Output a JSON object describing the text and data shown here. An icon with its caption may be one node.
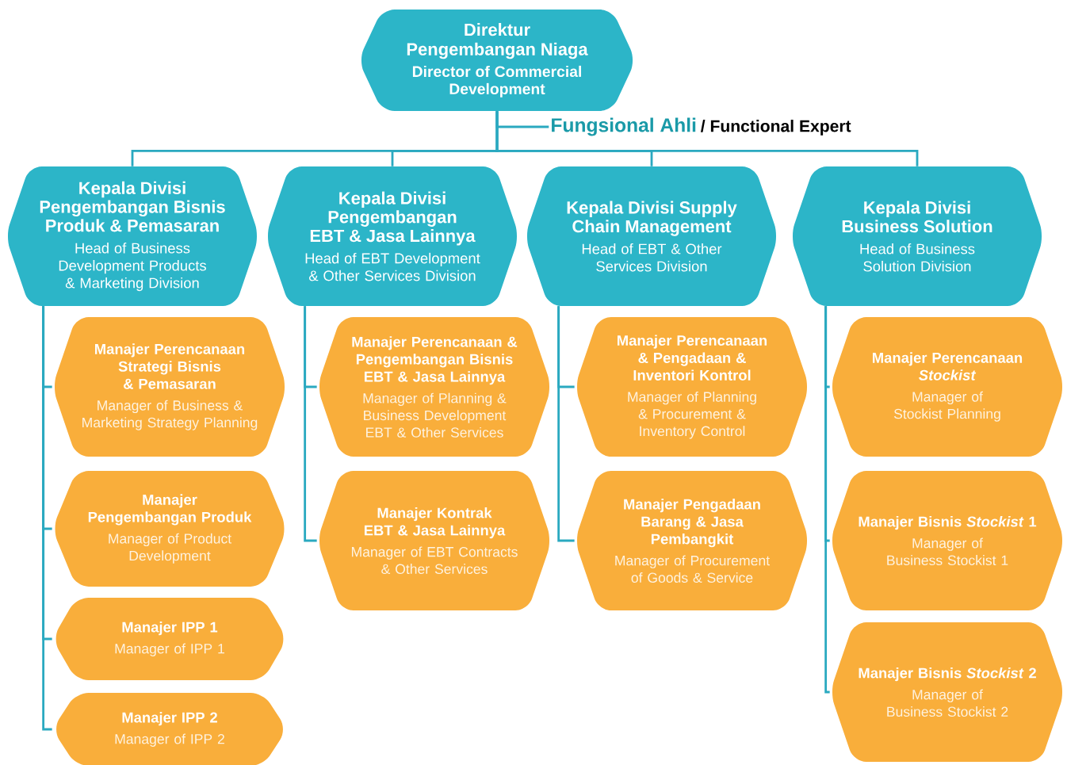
{
  "diagram": {
    "nodes": [
      {
        "text": [
          "Direktur Pengembangan Niaga",
          "Director of Commercial Development"
        ]
      },
      {
        "text": [
          "Fungsional Ahli",
          "/ Functional Expert"
        ]
      },
      {
        "text": [
          "Kepala Divisi Pengembangan Bisnis Produk & Pemasaran",
          "Head of Business Development Products & Marketing Division"
        ]
      },
      {
        "text": [
          "Kepala Divisi Pengembangan EBT & Jasa Lainnya",
          "Head of EBT Development & Other Services Division"
        ]
      },
      {
        "text": [
          "Kepala Divisi Supply Chain Management",
          "Head of EBT & Other Services Division"
        ]
      },
      {
        "text": [
          "Kepala Divisi Business Solution",
          "Head of Business Solution Division"
        ]
      },
      {
        "text": [
          "Manajer Perencanaan Strategi Bisnis & Pemasaran",
          "Manager of Business & Marketing Strategy Planning"
        ]
      },
      {
        "text": [
          "Manajer Pengembangan Produk",
          "Manager of Product Development"
        ]
      },
      {
        "text": [
          "Manajer IPP 1",
          "Manager of IPP 1"
        ]
      },
      {
        "text": [
          "Manajer IPP 2",
          "Manager of IPP 2"
        ]
      },
      {
        "text": [
          "Manajer Perencanaan & Pengembangan Bisnis EBT & Jasa Lainnya",
          "Manager of Planning & Business Development EBT & Other Services"
        ]
      },
      {
        "text": [
          "Manajer Kontrak EBT & Jasa Lainnya",
          "Manager of EBT Contracts & Other Services"
        ]
      },
      {
        "text": [
          "Manajer Perencanaan & Pengadaan & Inventori Kontrol",
          "Manager of Planning & Procurement & Inventory Control"
        ]
      },
      {
        "text": [
          "Manajer Pengadaan Barang & Jasa Pembangkit",
          "Manager of Procurement of Goods & Service"
        ]
      },
      {
        "text": [
          "Manajer Perencanaan *Stockist*",
          "Manager of Stockist Planning"
        ]
      },
      {
        "text": [
          "Manajer Bisnis *Stockist* 1",
          "Manager of Business Stockist 1"
        ]
      },
      {
        "text": [
          "Manajer Bisnis *Stockist* 2",
          "Manager of Business Stockist 2"
        ]
      }
    ],
    "edges": [
      {
        "from": 0,
        "to": 1,
        "arrow": "none"
      },
      {
        "from": 0,
        "to": 2,
        "arrow": "none"
      },
      {
        "from": 0,
        "to": 3,
        "arrow": "none"
      },
      {
        "from": 0,
        "to": 4,
        "arrow": "none"
      },
      {
        "from": 0,
        "to": 5,
        "arrow": "none"
      },
      {
        "from": 2,
        "to": 6,
        "arrow": "none"
      },
      {
        "from": 2,
        "to": 7,
        "arrow": "none"
      },
      {
        "from": 2,
        "to": 8,
        "arrow": "none"
      },
      {
        "from": 2,
        "to": 9,
        "arrow": "none"
      },
      {
        "from": 3,
        "to": 10,
        "arrow": "none"
      },
      {
        "from": 3,
        "to": 11,
        "arrow": "none"
      },
      {
        "from": 4,
        "to": 12,
        "arrow": "none"
      },
      {
        "from": 4,
        "to": 13,
        "arrow": "none"
      },
      {
        "from": 5,
        "to": 14,
        "arrow": "none"
      },
      {
        "from": 5,
        "to": 15,
        "arrow": "none"
      },
      {
        "from": 5,
        "to": 16,
        "arrow": "none"
      }
    ]
  }
}
